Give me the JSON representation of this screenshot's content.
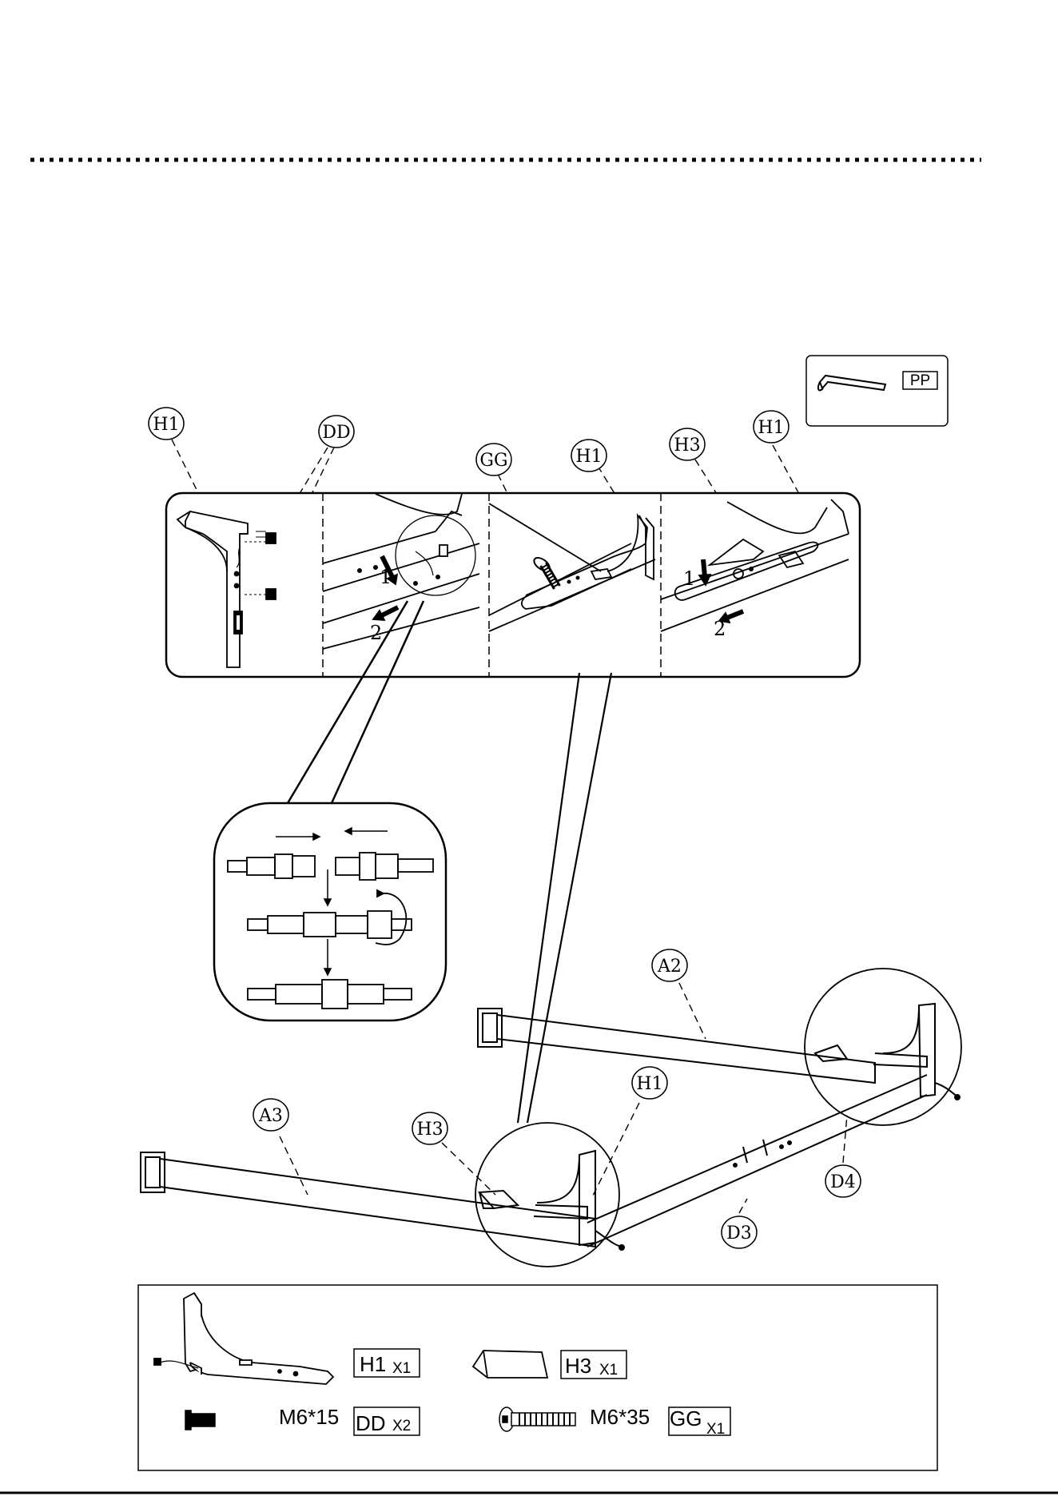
{
  "tool": {
    "code": "PP"
  },
  "callouts": {
    "h1_a": "H1",
    "dd": "DD",
    "gg": "GG",
    "h1_b": "H1",
    "h3_a": "H3",
    "h1_c": "H1",
    "a2": "A2",
    "h1_d": "H1",
    "a3": "A3",
    "h3_b": "H3",
    "d3": "D3",
    "d4": "D4"
  },
  "step_numbers": {
    "s1a": "1",
    "s2a": "2",
    "s1b": "1",
    "s2b": "2"
  },
  "hardware": {
    "h1": {
      "code": "H1",
      "qty": "X1"
    },
    "h3": {
      "code": "H3",
      "qty": "X1"
    },
    "dd": {
      "size": "M6*15",
      "code": "DD",
      "qty": "X2"
    },
    "gg": {
      "size": "M6*35",
      "code": "GG",
      "qty": "X1"
    }
  }
}
